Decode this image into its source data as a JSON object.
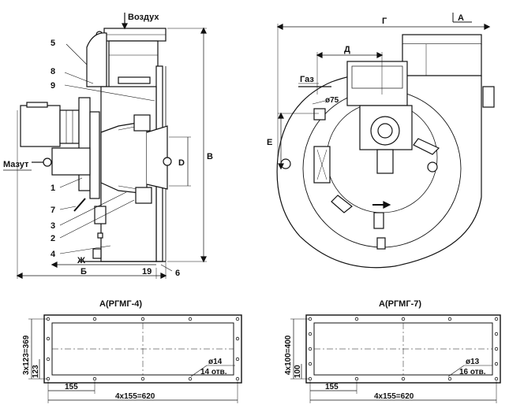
{
  "side_view": {
    "air_label": "Воздух",
    "fuel_oil_label": "Мазут",
    "callouts": [
      "5",
      "8",
      "9",
      "1",
      "7",
      "3",
      "2",
      "4",
      "6"
    ],
    "dim_B": "В",
    "dim_D": "D",
    "dim_B_len": "Б",
    "dim_Zh": "Ж",
    "dim_19": "19"
  },
  "front_view": {
    "dim_G": "Г",
    "dim_D": "Д",
    "dim_E": "Е",
    "section_A": "А",
    "gas_label": "Газ",
    "diameter_75": "ø75"
  },
  "flange_rgmg4": {
    "title": "А(РГМГ-4)",
    "vertical_total": "3х123=369",
    "vertical_step": "123",
    "horizontal_step": "155",
    "horizontal_total": "4х155=620",
    "hole_diameter": "ø14",
    "hole_count": "14 отв."
  },
  "flange_rgmg7": {
    "title": "А(РГМГ-7)",
    "vertical_total": "4х100=400",
    "vertical_step": "100",
    "horizontal_step": "155",
    "horizontal_total": "4х155=620",
    "hole_diameter": "ø13",
    "hole_count": "16 отв."
  }
}
